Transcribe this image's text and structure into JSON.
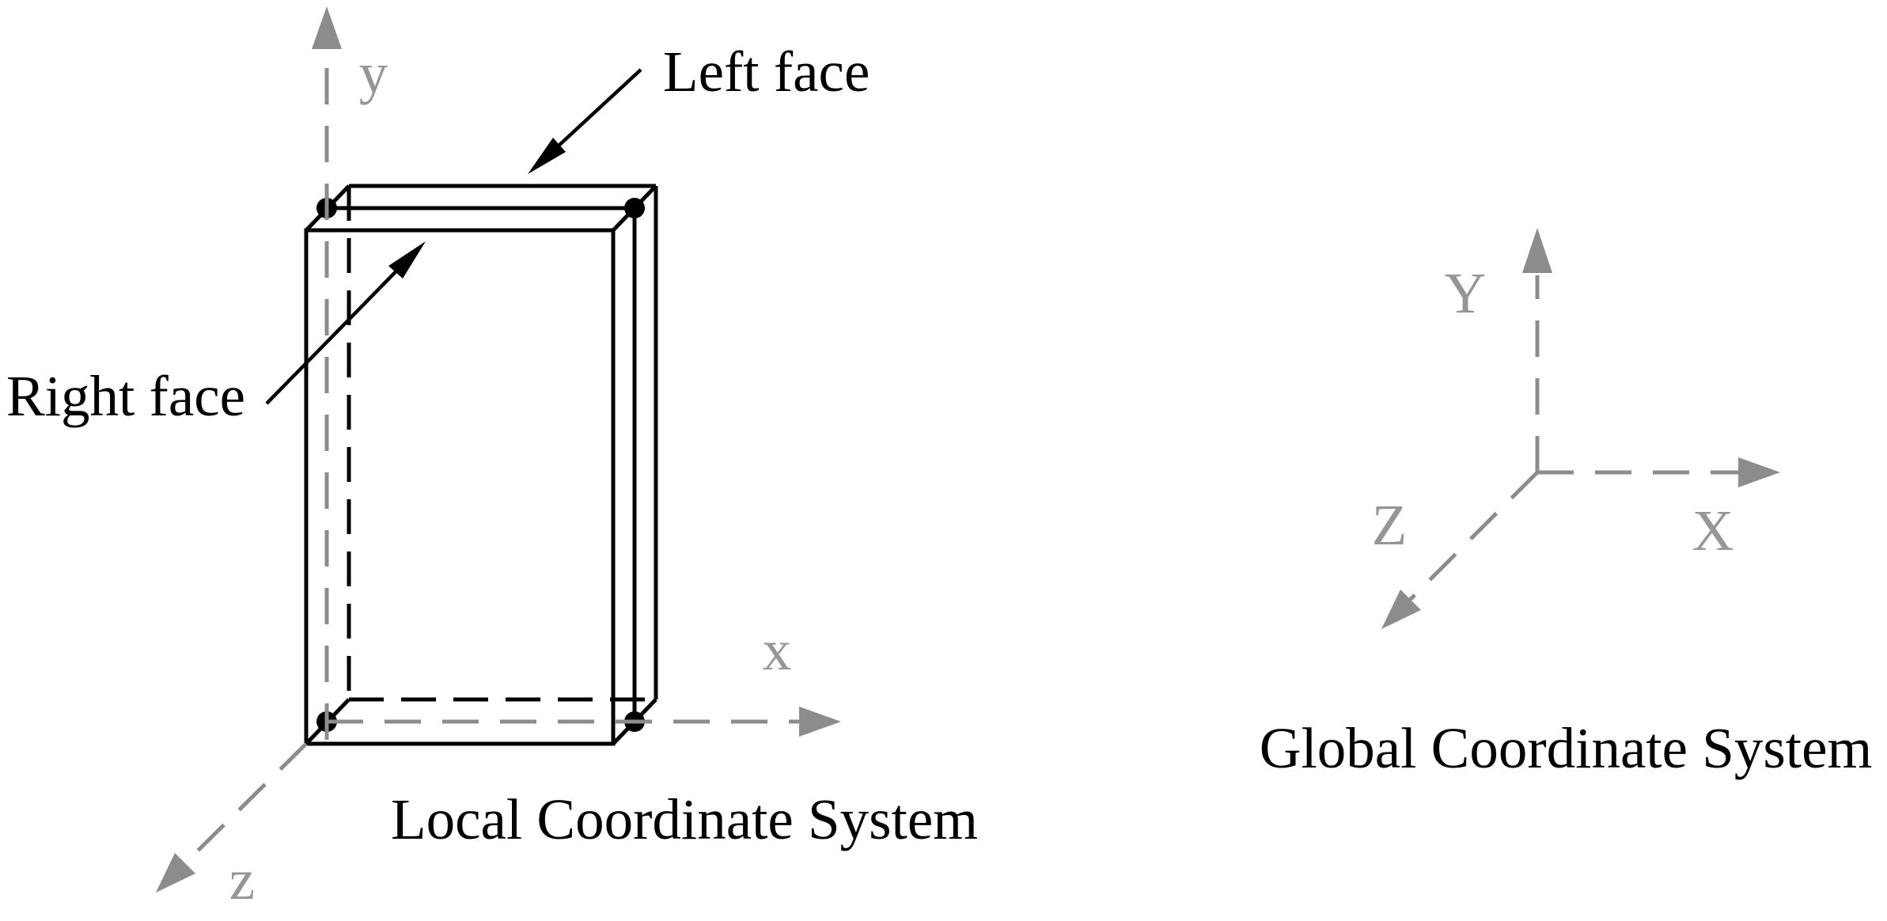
{
  "figure": {
    "background_color": "#ffffff",
    "edge_color": "#000000",
    "axis_color": "#8c8c8c",
    "axis_label_color": "#969696",
    "local_system": {
      "caption": "Local Coordinate System",
      "axis_x_label": "x",
      "axis_y_label": "y",
      "axis_z_label": "z",
      "left_face_label": "Left face",
      "right_face_label": "Right face"
    },
    "global_system": {
      "caption": "Global Coordinate System",
      "axis_x_label": "X",
      "axis_y_label": "Y",
      "axis_z_label": "Z"
    }
  }
}
